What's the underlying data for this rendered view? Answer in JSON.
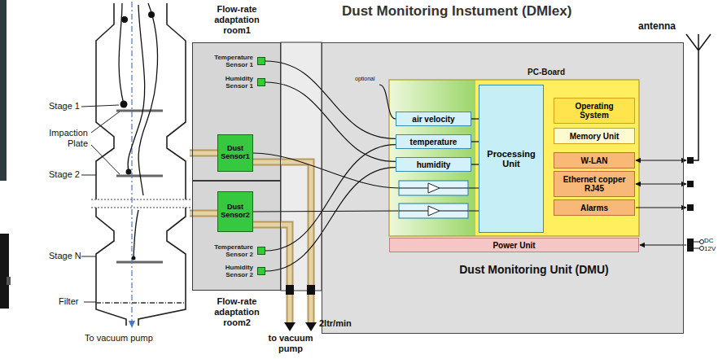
{
  "diagram": {
    "title": "Dust Monitoring Instument (DMIex)",
    "nodes": [
      {
        "text": [
          "Flow-rate adaptation room1"
        ]
      },
      {
        "text": [
          "Temperature Sensor 1"
        ],
        "in": 0
      },
      {
        "text": [
          "Humidity Sensor 1"
        ],
        "in": 0
      },
      {
        "text": [
          "Dust Sensor1"
        ],
        "in": 0
      },
      {
        "text": [
          "Flow-rate adaptation room2"
        ]
      },
      {
        "text": [
          "Dust Sensor2"
        ],
        "in": 4
      },
      {
        "text": [
          "Temperature Sensor 2"
        ],
        "in": 4
      },
      {
        "text": [
          "Humidity Sensor 2"
        ],
        "in": 4
      },
      {
        "text": [
          "Dust Monitoring Unit (DMU)"
        ]
      },
      {
        "text": [
          "PC-Board"
        ],
        "in": 8
      },
      {
        "text": [
          "air velocity"
        ],
        "in": 9
      },
      {
        "text": [
          "temperature"
        ],
        "in": 9
      },
      {
        "text": [
          "humidity"
        ],
        "in": 9
      },
      {
        "text": [
          "Processing Unit"
        ],
        "in": 9
      },
      {
        "text": [
          "Operating System"
        ],
        "in": 9
      },
      {
        "text": [
          "Memory Unit"
        ],
        "in": 9
      },
      {
        "text": [
          "W-LAN"
        ],
        "in": 9
      },
      {
        "text": [
          "Ethernet copper RJ45"
        ],
        "in": 9
      },
      {
        "text": [
          "Alarms"
        ],
        "in": 9
      },
      {
        "text": [
          "Power Unit"
        ],
        "in": 8
      }
    ],
    "edges": [
      {
        "from": 1,
        "to": 11,
        "arrow": "none"
      },
      {
        "from": 2,
        "to": 12,
        "arrow": "none"
      },
      {
        "from": 3,
        "to": 13,
        "arrow": "none"
      },
      {
        "from": 5,
        "to": 13,
        "arrow": "none"
      },
      {
        "from": 6,
        "to": 11,
        "arrow": "none"
      },
      {
        "from": 7,
        "to": 12,
        "arrow": "none"
      },
      {
        "from": 10,
        "to": 13,
        "arrow": "none"
      },
      {
        "from": 11,
        "to": 13,
        "arrow": "none"
      },
      {
        "from": 12,
        "to": 13,
        "arrow": "none"
      }
    ],
    "labels": [
      "Stage 1",
      "Impaction Plate",
      "Stage 2",
      "Stage N",
      "Filter",
      "To vacuum pump",
      "optional",
      "to vacuum pump",
      "2ltr/min",
      "antenna",
      "DC",
      "12V"
    ]
  }
}
